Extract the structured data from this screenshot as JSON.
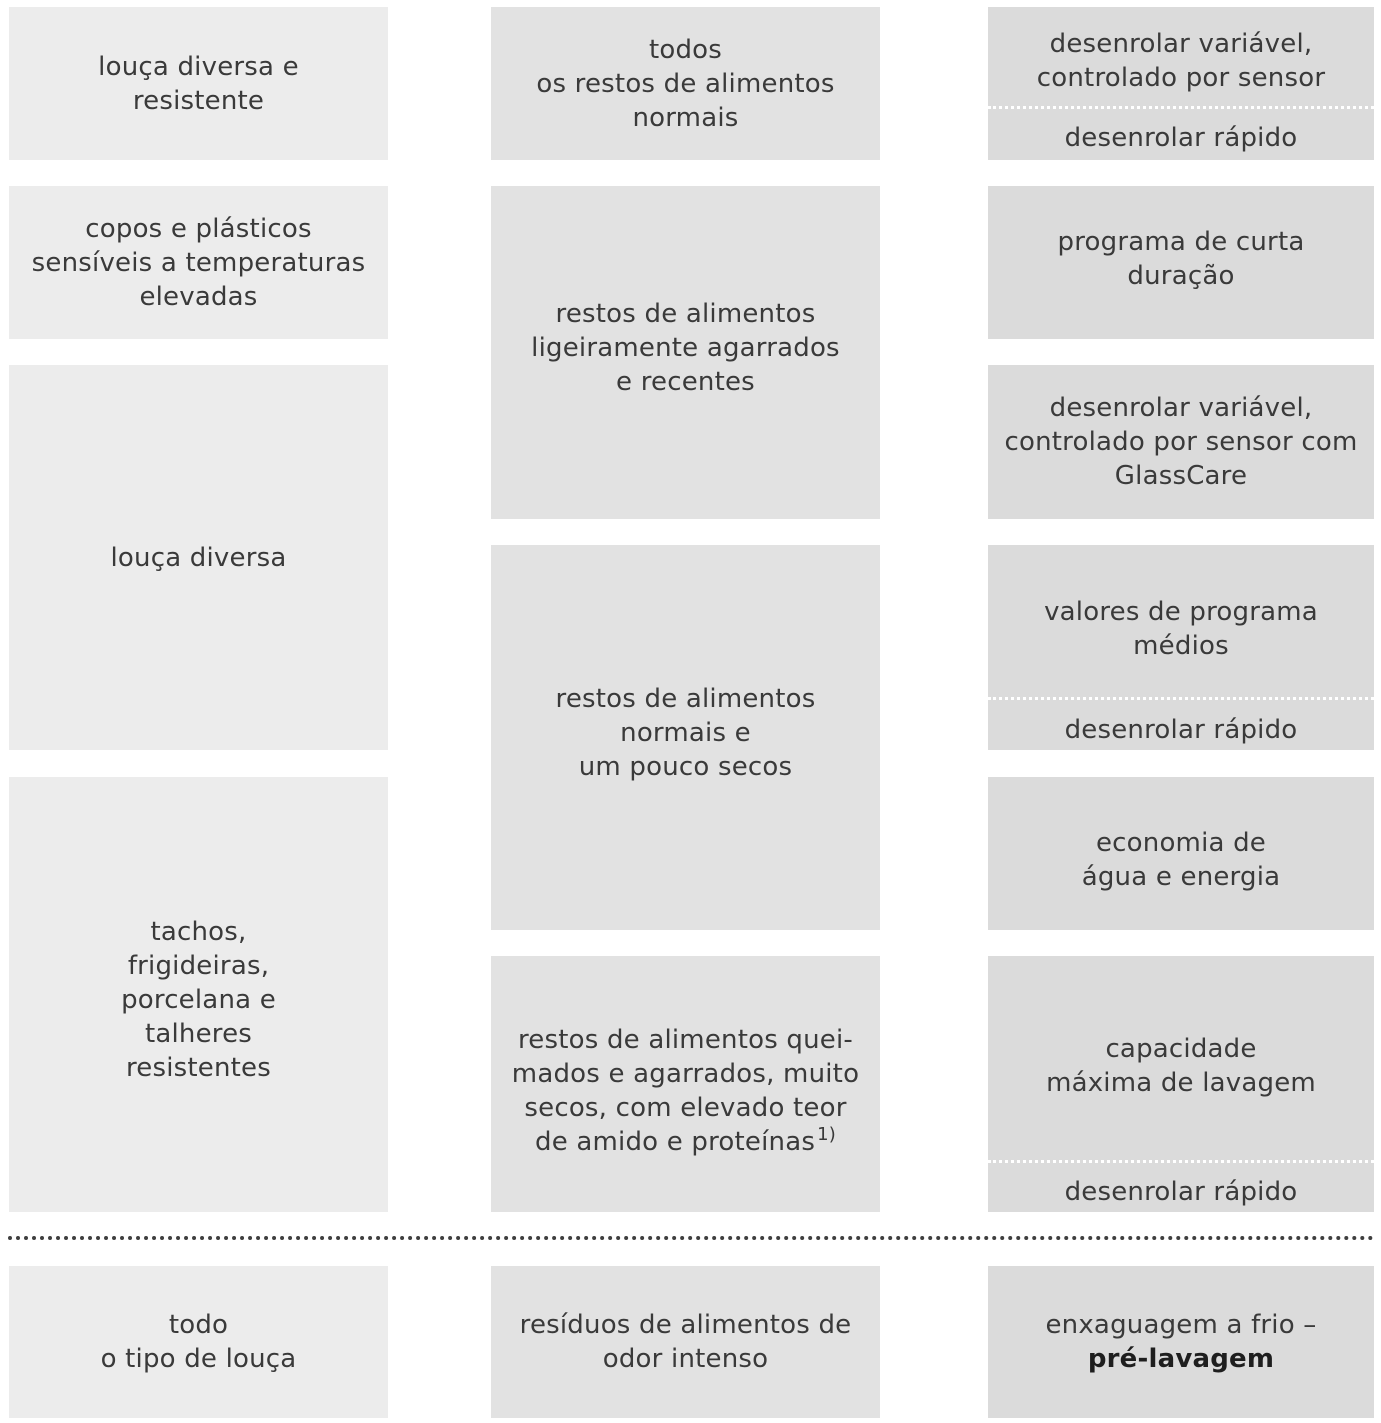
{
  "colors": {
    "column1_box": "#ececec",
    "column2_box": "#e2e2e2",
    "column3_box": "#dbdbdb",
    "arrow": "#8f8f8f",
    "separator": "#3f3f3f"
  },
  "col1": {
    "row1": [
      "louça diversa e",
      "resistente"
    ],
    "row2": [
      "copos e plásticos",
      "sensíveis a temperaturas",
      "elevadas"
    ],
    "row3": [
      "louça diversa"
    ],
    "row4": [
      "tachos,",
      "frigideiras,",
      "porcelana e",
      "talheres",
      "resistentes"
    ],
    "row5": [
      "todo",
      "o tipo de louça"
    ]
  },
  "col2": {
    "row1": [
      "todos",
      "os restos de alimentos",
      "normais"
    ],
    "row2": [
      "restos de alimentos",
      "ligeiramente agarrados",
      "e recentes"
    ],
    "row3": [
      "restos de alimentos",
      "normais e",
      "um pouco secos"
    ],
    "row4": [
      "restos de alimentos quei-",
      "mados e agarrados, muito",
      "secos, com elevado teor",
      "de amido e proteínas"
    ],
    "row4_footnote": "1)",
    "row5": [
      "resíduos de alimentos de",
      "odor intenso"
    ]
  },
  "col3": {
    "row1_top": [
      "desenrolar variável,",
      "controlado por sensor"
    ],
    "row1_bottom": "desenrolar rápido",
    "row2": [
      "programa de curta",
      "duração"
    ],
    "row3": [
      "desenrolar variável,",
      "controlado por sensor com",
      "GlassCare"
    ],
    "row4_top": [
      "valores de programa",
      "médios"
    ],
    "row4_bottom": "desenrolar rápido",
    "row5": [
      "economia de",
      "água e energia"
    ],
    "row6_top": [
      "capacidade",
      "máxima de lavagem"
    ],
    "row6_bottom": "desenrolar rápido",
    "row7_line1": "enxaguagem a frio –",
    "row7_line2": "pré-lavagem"
  }
}
